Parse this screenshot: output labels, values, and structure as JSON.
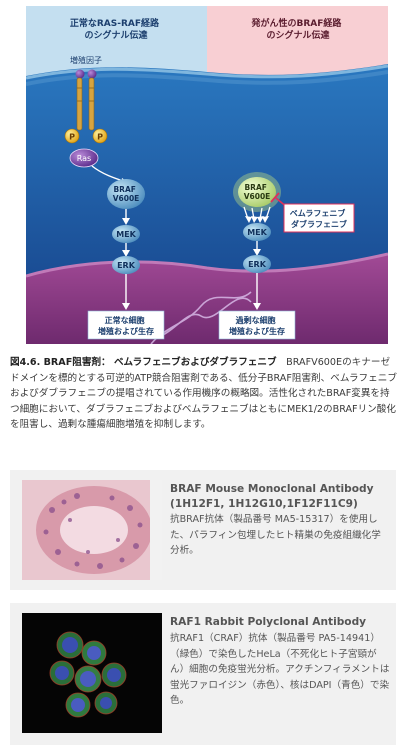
{
  "diagram": {
    "panel_left_title": [
      "正常なRAS-RAF経路",
      "のシグナル伝達"
    ],
    "panel_right_title": [
      "発がん性のBRAF経路",
      "のシグナル伝達"
    ],
    "growth_factor": "増殖因子",
    "p": "P",
    "ras": "Ras",
    "braf": [
      "BRAF",
      "V600E"
    ],
    "mek": "MEK",
    "erk": "ERK",
    "drug": [
      "ベムラフェニブ",
      "ダブラフェニブ"
    ],
    "normal_result": [
      "正常な細胞",
      "増殖および生存"
    ],
    "excess_result": [
      "過剰な細胞",
      "増殖および生存"
    ],
    "colors": {
      "left_panel": "#c4dff0",
      "right_panel": "#f8cfd3",
      "cell": "#1f5fa8",
      "nucleus": "#8e3a86"
    }
  },
  "caption": {
    "fig_label": "図4.6. BRAF阻害剤： ベムラフェニブおよびダブラフェニブ",
    "text": "　BRAFV600Eのキナーゼドメインを標的とする可逆的ATP競合阻害剤である、低分子BRAF阻害剤、ベムラフェニブおよびダブラフェニブの提唱されている作用機序の概略図。活性化されたBRAF変異を持つ細胞において、ダブラフェニブおよびベムラフェニブはともにMEK1/2のBRAFリン酸化を阻害し、過剰な腫瘍細胞増殖を抑制します。"
  },
  "cards": [
    {
      "title": "BRAF Mouse Monoclonal Antibody (1H12F1, 1H12G10,1F12F11C9)",
      "body": "抗BRAF抗体（製品番号 MA5-15317）を使用した、パラフィン包埋したヒト精巣の免疫組織化学分析。"
    },
    {
      "title": "RAF1 Rabbit Polyclonal Antibody",
      "body": "抗RAF1（CRAF）抗体（製品番号 PA5-14941）（緑色）で染色したHeLa（不死化ヒト子宮頸がん）細胞の免疫蛍光分析。アクチンフィラメントは蛍光ファロイジン（赤色）、核はDAPI（青色）で染色。"
    }
  ]
}
